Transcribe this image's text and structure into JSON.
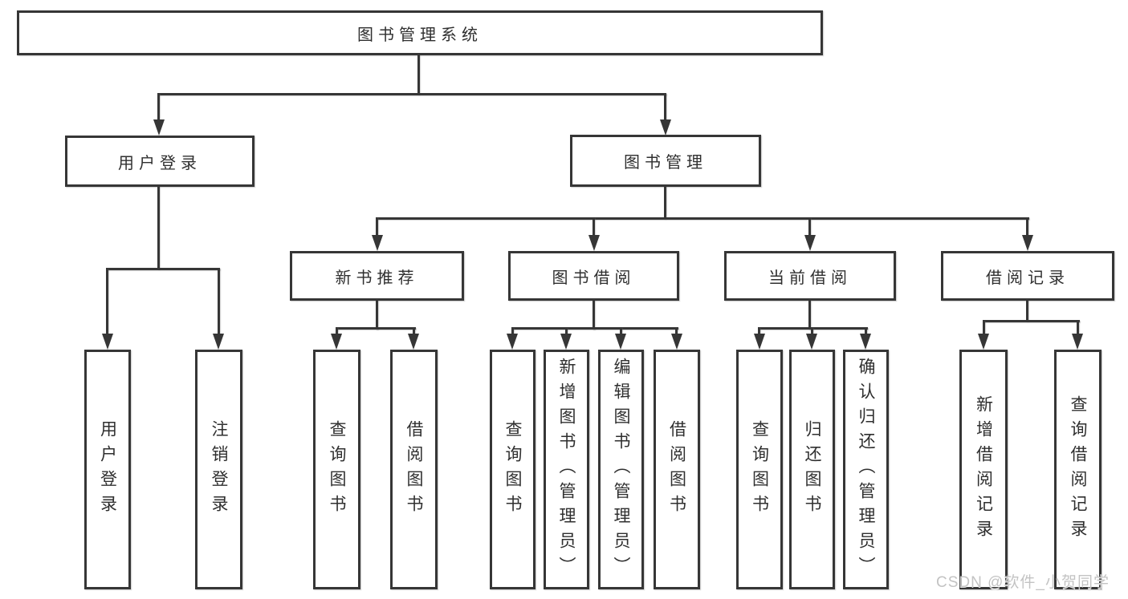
{
  "colors": {
    "line": "#363636",
    "text": "#2f2f2f",
    "background": "#ffffff",
    "watermark": "#c3c3c3"
  },
  "watermark": {
    "text": "CSDN @软件_小贺同学"
  },
  "diagram": {
    "root": {
      "label": "图书管理系统"
    },
    "branches": [
      {
        "label": "用户登录",
        "children": [
          {
            "label": "用户登录"
          },
          {
            "label": "注销登录"
          }
        ]
      },
      {
        "label": "图书管理",
        "sections": [
          {
            "label": "新书推荐",
            "children": [
              {
                "label": "查询图书"
              },
              {
                "label": "借阅图书"
              }
            ]
          },
          {
            "label": "图书借阅",
            "children": [
              {
                "label": "查询图书"
              },
              {
                "label": "新增图书（管理员）"
              },
              {
                "label": "编辑图书（管理员）"
              },
              {
                "label": "借阅图书"
              }
            ]
          },
          {
            "label": "当前借阅",
            "children": [
              {
                "label": "查询图书"
              },
              {
                "label": "归还图书"
              },
              {
                "label": "确认归还（管理员）"
              }
            ]
          },
          {
            "label": "借阅记录",
            "children": [
              {
                "label": "新增借阅记录"
              },
              {
                "label": "查询借阅记录"
              }
            ]
          }
        ]
      }
    ]
  }
}
